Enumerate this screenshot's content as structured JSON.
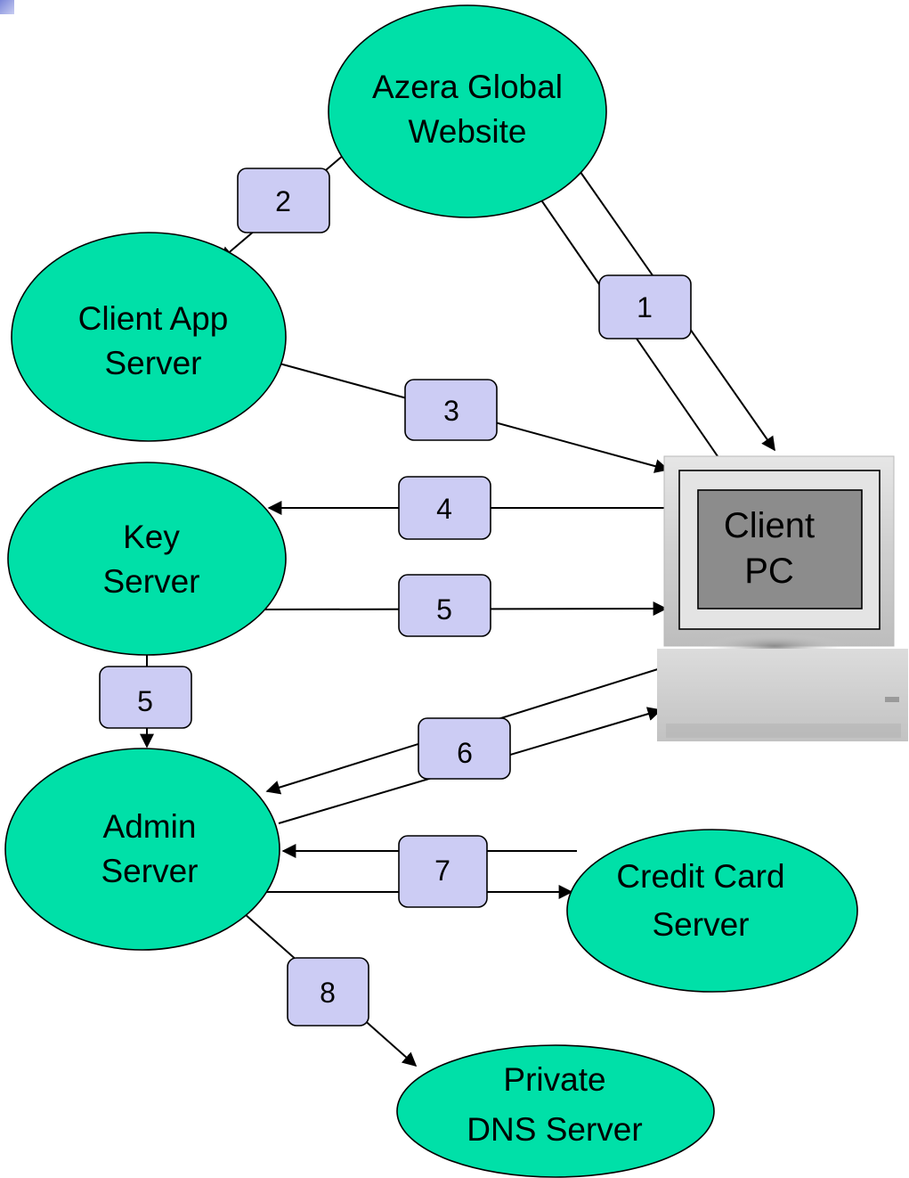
{
  "nodes": {
    "azera": [
      "Azera Global",
      "Website"
    ],
    "client_app": [
      "Client App",
      "Server"
    ],
    "key": [
      "Key",
      "Server"
    ],
    "admin": [
      "Admin",
      "Server"
    ],
    "credit_card": [
      "Credit Card",
      "Server"
    ],
    "private_dns": [
      "Private",
      "DNS Server"
    ],
    "client_pc": [
      "Client",
      "PC"
    ]
  },
  "steps": {
    "s1": "1",
    "s2": "2",
    "s3": "3",
    "s4": "4",
    "s5a": "5",
    "s5b": "5",
    "s6": "6",
    "s7": "7",
    "s8": "8"
  },
  "colors": {
    "node_fill": "#00e0a8",
    "step_fill": "#ccccf4"
  }
}
